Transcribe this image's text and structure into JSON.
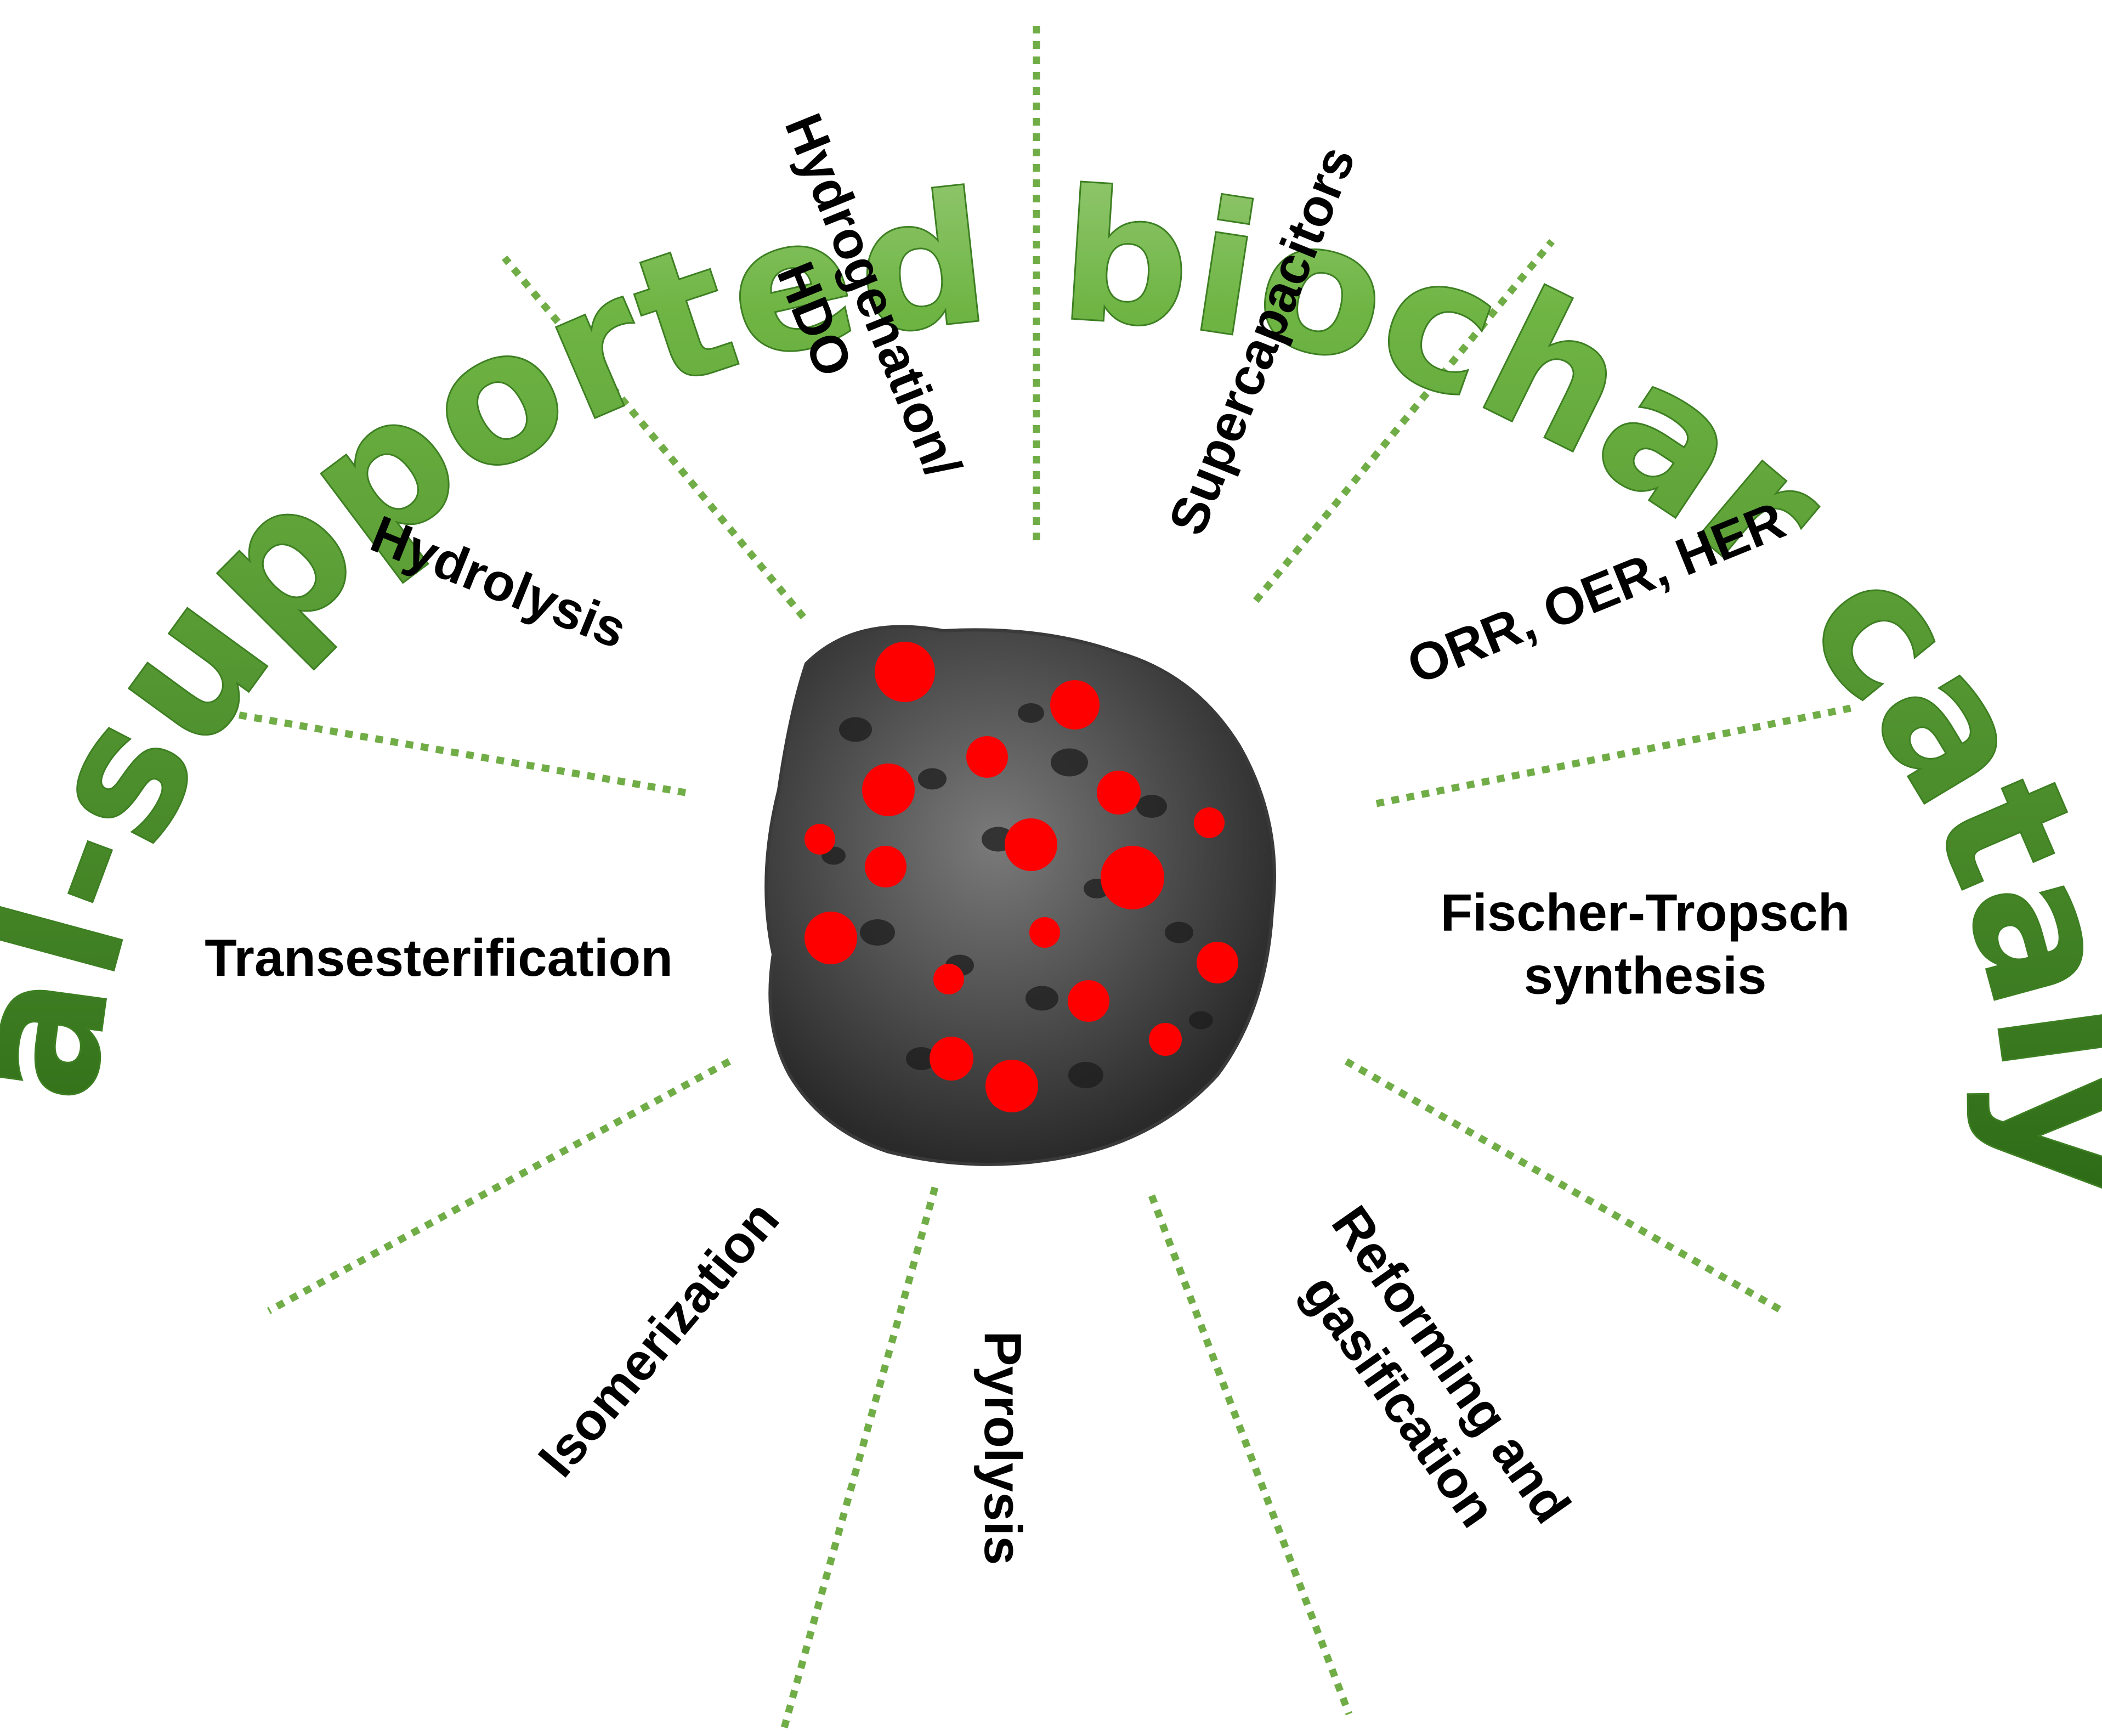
{
  "ring_title": "Metal-supported biochar catalysts",
  "applications": [
    {
      "id": "hydrolysis",
      "lines": [
        "Hydrolysis"
      ]
    },
    {
      "id": "hydrogenation",
      "lines": [
        "Hydrogenation/",
        "HDO"
      ]
    },
    {
      "id": "supercapacitors",
      "lines": [
        "Supercapacitors"
      ]
    },
    {
      "id": "orr-oer-her",
      "lines": [
        "ORR, OER, HER"
      ]
    },
    {
      "id": "fischer-tropsch",
      "lines": [
        "Fischer-Tropsch",
        "synthesis"
      ]
    },
    {
      "id": "reforming",
      "lines": [
        "Reforming and",
        "gasification"
      ]
    },
    {
      "id": "pyrolysis",
      "lines": [
        "Pyrolysis"
      ]
    },
    {
      "id": "isomerization",
      "lines": [
        "Isomerization"
      ]
    },
    {
      "id": "transesterification",
      "lines": [
        "Transesterification"
      ]
    }
  ],
  "colors": {
    "ring_text_top": "#dff0d2",
    "ring_text_mid": "#6fb544",
    "ring_text_dark": "#2e6b17",
    "spoke": "#70ad47",
    "biochar": "#4a4a4a",
    "metal_particle": "#ff0000"
  },
  "center_image": "porous biochar particle with red metal nanoparticles"
}
